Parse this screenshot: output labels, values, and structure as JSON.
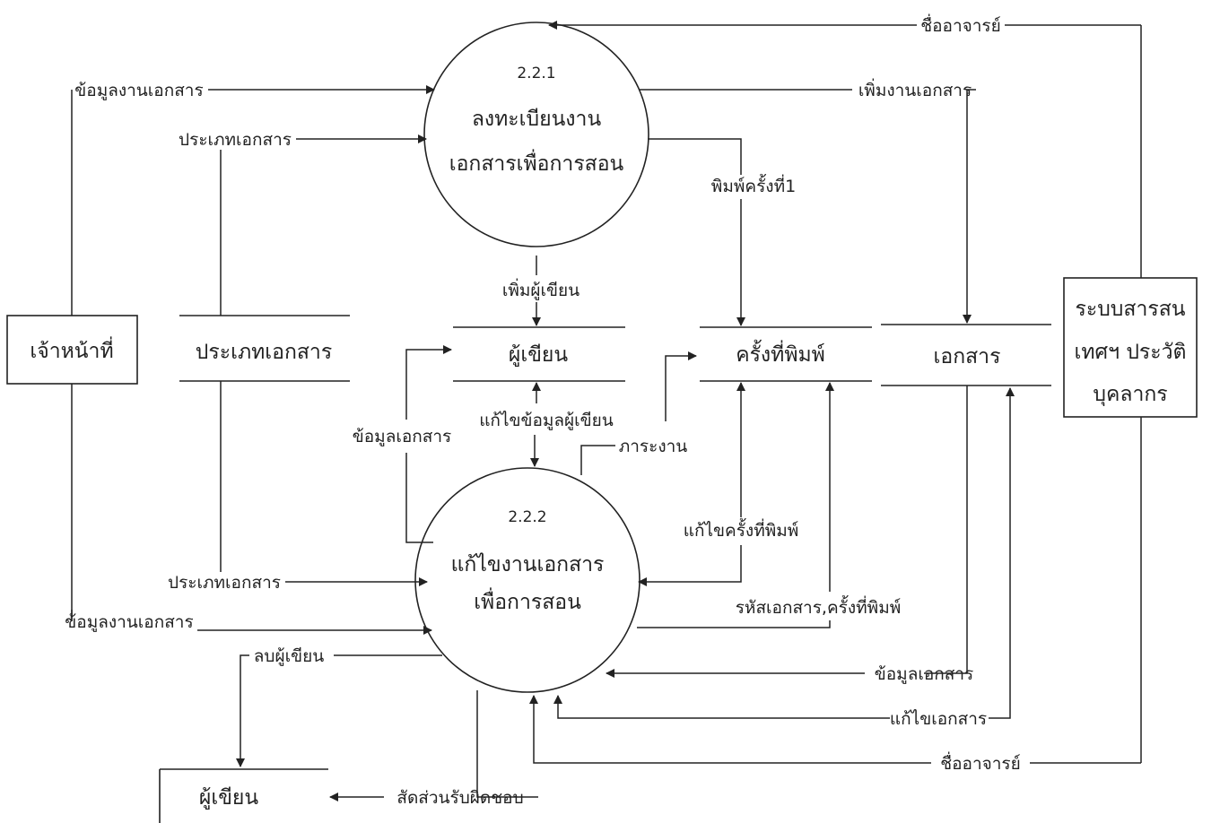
{
  "processes": {
    "p1": {
      "number": "2.2.1",
      "line1": "ลงทะเบียนงาน",
      "line2": "เอกสารเพื่อการสอน"
    },
    "p2": {
      "number": "2.2.2",
      "line1": "แก้ไขงานเอกสาร",
      "line2": "เพื่อการสอน"
    }
  },
  "entities": {
    "staff": "เจ้าหน้าที่",
    "hr_line1": "ระบบสารสน",
    "hr_line2": "เทศฯ ประวัติ",
    "hr_line3": "บุคลากร"
  },
  "stores": {
    "doc_type": "ประเภทเอกสาร",
    "author": "ผู้เขียน",
    "print_no": "ครั้งที่พิมพ์",
    "document": "เอกสาร",
    "author_bottom": "ผู้เขียน"
  },
  "flows": {
    "f_teacher_name_top": "ชื่ออาจารย์",
    "f_doc_info_in1": "ข้อมูลงานเอกสาร",
    "f_add_doc": "เพิ่มงานเอกสาร",
    "f_doc_type_in1": "ประเภทเอกสาร",
    "f_print1": "พิมพ์ครั้งที่1",
    "f_add_author": "เพิ่มผู้เขียน",
    "f_edit_author": "แก้ไขข้อมูลผู้เขียน",
    "f_doc_data_left": "ข้อมูลเอกสาร",
    "f_workload": "ภาระงาน",
    "f_edit_print": "แก้ไขครั้งที่พิมพ์",
    "f_doc_type_in2": "ประเภทเอกสาร",
    "f_doc_info_in2": "ข้อมูลงานเอกสาร",
    "f_doc_code": "รหัสเอกสาร,ครั้งที่พิมพ์",
    "f_delete_author": "ลบผู้เขียน",
    "f_doc_data_right": "ข้อมูลเอกสาร",
    "f_edit_doc": "แก้ไขเอกสาร",
    "f_teacher_name_bottom": "ชื่ออาจารย์",
    "f_responsibility": "สัดส่วนรับผิดชอบ"
  }
}
